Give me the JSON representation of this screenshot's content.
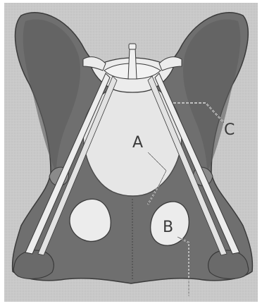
{
  "figure": {
    "subject": "pelvis",
    "labels": {
      "a": "A",
      "b": "B",
      "c": "C"
    }
  },
  "colors": {
    "background": "#c9c9c9",
    "bone": "#6f6f6f",
    "bone_edge": "#3a3a3a",
    "light_region": "#ececec",
    "label_text": "#3a3a3a",
    "leader_line": "#ffffff"
  }
}
